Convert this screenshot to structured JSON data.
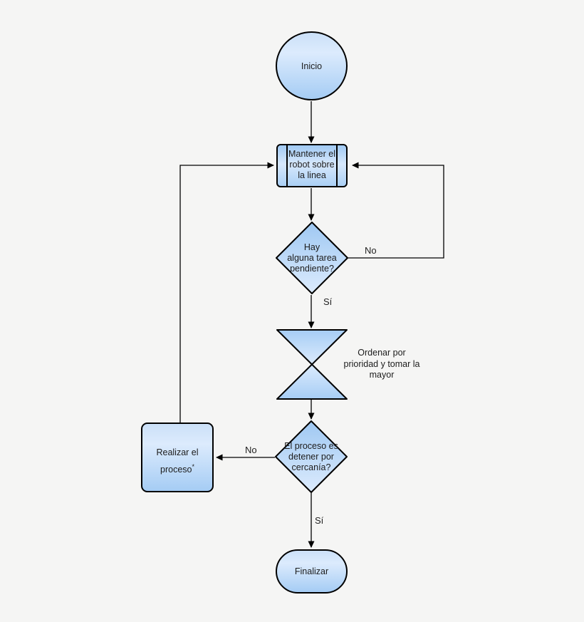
{
  "diagram": {
    "type": "flowchart",
    "colors": {
      "background": "#f5f5f4",
      "stroke": "#000000",
      "fill_light": "#dcebfd",
      "fill_dark": "#a5ccf4",
      "text": "#1c1c1c"
    },
    "nodes": {
      "inicio": {
        "shape": "start-circle",
        "label": "Inicio"
      },
      "mantener": {
        "shape": "predefined-process",
        "label": "Mantener el\nrobot sobre\nla linea"
      },
      "tarea": {
        "shape": "decision-diamond",
        "label": "Hay\nalguna tarea\npendiente?"
      },
      "ordenar": {
        "shape": "sort-hourglass",
        "label": "Ordenar por\nprioridad y tomar la\nmayor"
      },
      "cercania": {
        "shape": "decision-diamond",
        "label": "El proceso es\ndetener por\ncercanía?"
      },
      "realizar": {
        "shape": "process-box",
        "label": "Realizar el\nproceso",
        "superscript": "*"
      },
      "finalizar": {
        "shape": "terminator",
        "label": "Finalizar"
      }
    },
    "edge_labels": {
      "tarea_no": "No",
      "tarea_si": "Sí",
      "cercania_no": "No",
      "cercania_si": "Sí"
    }
  }
}
